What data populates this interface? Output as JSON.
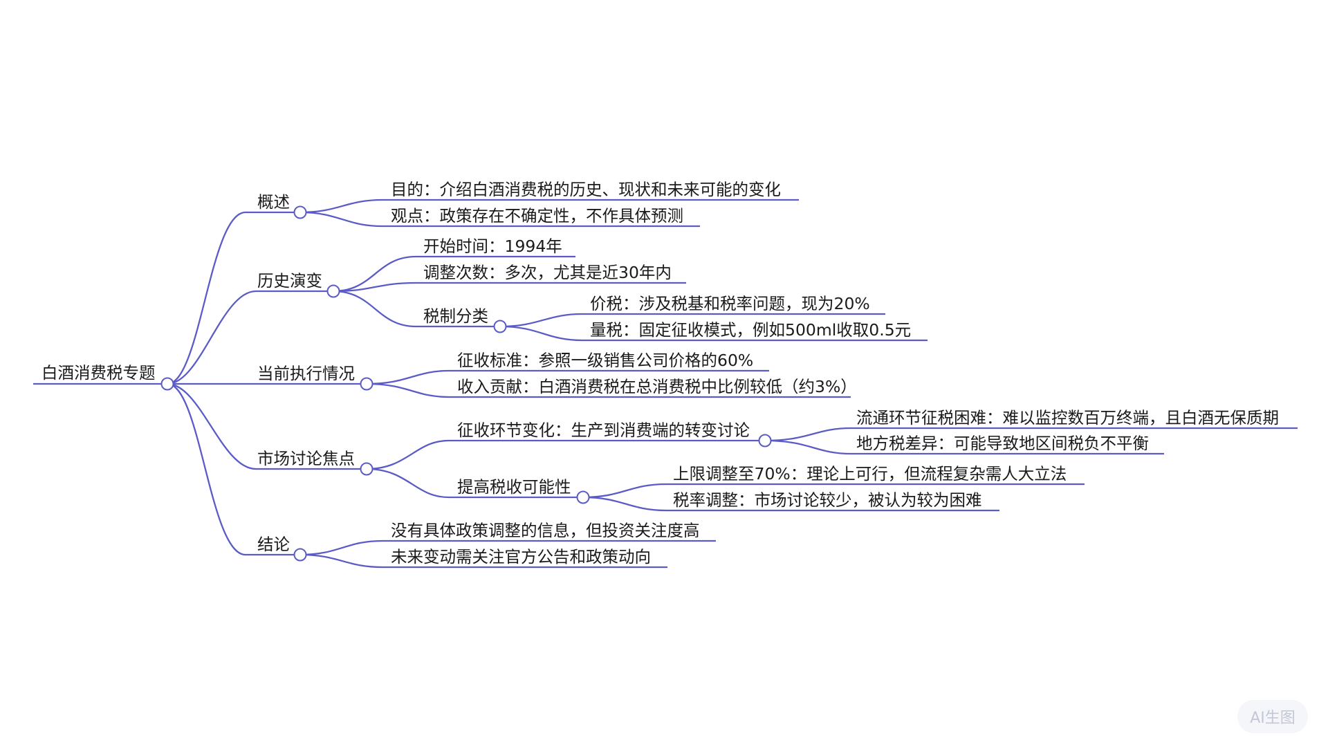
{
  "mindmap": {
    "root": "白酒消费税专题",
    "branches": [
      {
        "label": "概述",
        "children": [
          {
            "label": "目的：介绍白酒消费税的历史、现状和未来可能的变化"
          },
          {
            "label": "观点：政策存在不确定性，不作具体预测"
          }
        ]
      },
      {
        "label": "历史演变",
        "children": [
          {
            "label": "开始时间：1994年"
          },
          {
            "label": "调整次数：多次，尤其是近30年内"
          },
          {
            "label": "税制分类",
            "children": [
              {
                "label": "价税：涉及税基和税率问题，现为20%"
              },
              {
                "label": "量税：固定征收模式，例如500ml收取0.5元"
              }
            ]
          }
        ]
      },
      {
        "label": "当前执行情况",
        "children": [
          {
            "label": "征收标准：参照一级销售公司价格的60%"
          },
          {
            "label": "收入贡献：白酒消费税在总消费税中比例较低（约3%）"
          }
        ]
      },
      {
        "label": "市场讨论焦点",
        "children": [
          {
            "label": "征收环节变化：生产到消费端的转变讨论",
            "children": [
              {
                "label": "流通环节征税困难：难以监控数百万终端，且白酒无保质期"
              },
              {
                "label": "地方税差异：可能导致地区间税负不平衡"
              }
            ]
          },
          {
            "label": "提高税收可能性",
            "children": [
              {
                "label": "上限调整至70%：理论上可行，但流程复杂需人大立法"
              },
              {
                "label": "税率调整：市场讨论较少，被认为较为困难"
              }
            ]
          }
        ]
      },
      {
        "label": "结论",
        "children": [
          {
            "label": "没有具体政策调整的信息，但投资关注度高"
          },
          {
            "label": "未来变动需关注官方公告和政策动向"
          }
        ]
      }
    ]
  },
  "watermark": "AI生图",
  "colors": {
    "line": "#5b5bc7",
    "text": "#1a1a1a",
    "background": "#ffffff"
  }
}
